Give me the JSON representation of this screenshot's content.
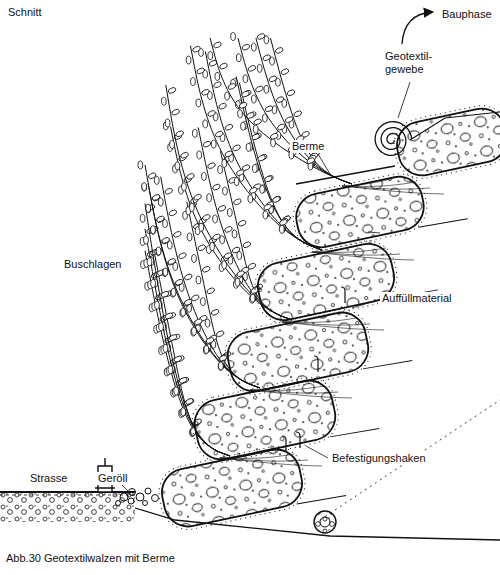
{
  "diagram": {
    "title": "Schnitt",
    "caption": "Abb.30 Geotextilwalzen mit Berme",
    "labels": [
      "Bauphase",
      "Geotextil- gewebe",
      "Berme",
      "Buschlagen",
      "Auffüllmaterial",
      "Befestigungshaken",
      "Strasse",
      "Geröll"
    ]
  }
}
